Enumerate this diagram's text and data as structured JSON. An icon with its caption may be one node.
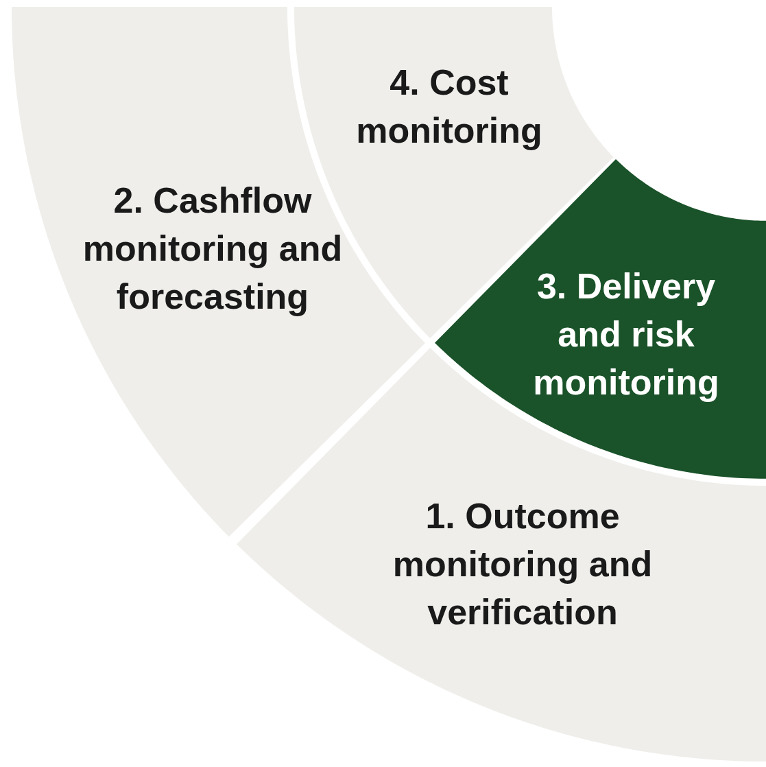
{
  "diagram": {
    "nodes": [
      {
        "text": [
          "4. Cost monitoring"
        ]
      },
      {
        "text": [
          "2. Cashflow monitoring and forecasting"
        ]
      },
      {
        "text": [
          "3. Delivery and risk monitoring"
        ]
      },
      {
        "text": [
          "1. Outcome monitoring and verification"
        ]
      }
    ]
  }
}
